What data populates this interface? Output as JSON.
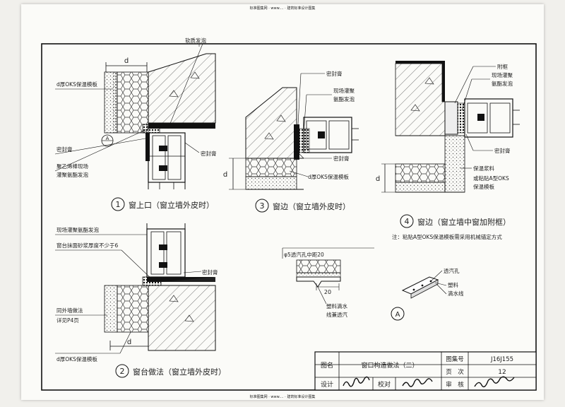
{
  "header_strip": "标准图集网 · www.... · 建筑标准设计图集",
  "footer_strip": "标准图集网 · www.... · 建筑标准设计图集",
  "dim_d": "d",
  "d1": {
    "number": "1",
    "title": "窗上口（窗立墙外皮时）",
    "labels": {
      "insulation_board": "d厚OKS保温模板",
      "foam_top": "软质发泡",
      "sealant_left": "密封膏",
      "pe_rod": "聚乙烯棒现场",
      "pu_foam": "灌聚氨酯发泡",
      "sealant_right": "密封膏",
      "detail_ref": "A"
    }
  },
  "d2": {
    "number": "2",
    "title": "窗台做法（窗立墙外皮时）",
    "labels": {
      "site_foam": "现场灌聚氨酯发泡",
      "sill_mortar": "窗台抹面砂浆厚度不少于6",
      "sealant": "密封膏",
      "same_wall": "同外墙做法",
      "see_p4": "详见P4页",
      "insulation_board": "d厚OKS保温模板"
    }
  },
  "d3": {
    "number": "3",
    "title": "窗边（窗立墙外皮时）",
    "labels": {
      "sealant_top": "密封膏",
      "site_foam_1": "现场灌聚",
      "site_foam_2": "氨酯发泡",
      "sealant_bottom": "密封膏",
      "insulation_board": "d厚OKS保温模板"
    }
  },
  "d4": {
    "number": "4",
    "title": "窗边（窗立墙中窗加附框）",
    "labels": {
      "sub_frame": "附框",
      "site_foam_1": "现场灌聚",
      "site_foam_2": "氨酯发泡",
      "sealant": "密封膏",
      "insul_mortar": "保温浆料",
      "or_paste_1": "或粘贴A型OKS",
      "or_paste_2": "保温模板"
    },
    "note": "注：粘贴A型OKS保温模板需采用机械锚定方式"
  },
  "detail_a": {
    "vent_hole_spacing": "φ5透汽孔中距20",
    "width": "20",
    "plastic_drip_1": "塑料滴水",
    "plastic_drip_2": "线兼透汽",
    "vent_hole": "透汽孔",
    "plastic": "塑料",
    "drip_line": "滴水线",
    "ref": "A"
  },
  "title_block": {
    "drawing_name_label": "图名",
    "drawing_name": "窗口构造做法（二）",
    "atlas_no_label": "图集号",
    "atlas_no": "J16J155",
    "page_label": "页　次",
    "page_no": "12",
    "design_label": "设计",
    "check_label": "校对",
    "review_label": "审　核"
  },
  "colors": {
    "ink": "#1a1a1a",
    "paper": "#fbfbf8",
    "hatch": "#444444",
    "wall_fill": "#ececea"
  }
}
